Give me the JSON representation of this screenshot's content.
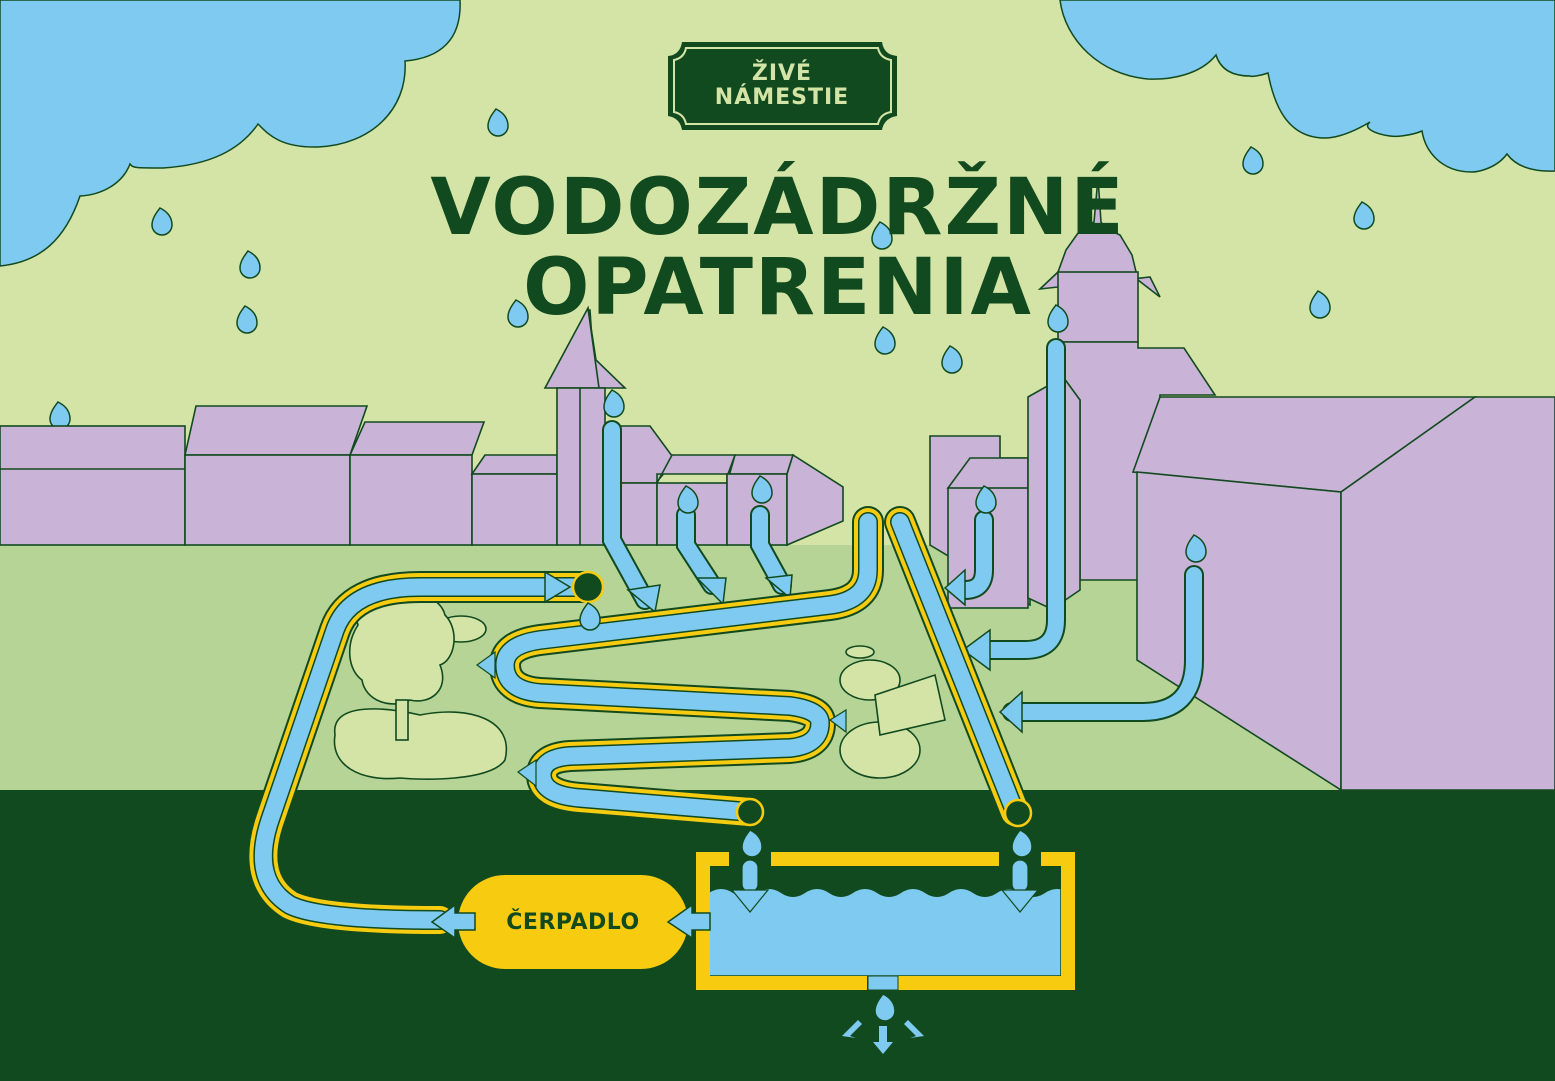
{
  "badge": {
    "line1": "ŽIVÉ",
    "line2": "NÁMESTIE"
  },
  "title": {
    "line1": "VODOZÁDRŽNÉ",
    "line2": "OPATRENIA"
  },
  "pump": {
    "label": "ČERPADLO"
  },
  "colors": {
    "sky": "#d3e4a6",
    "cloud": "#7ecaf0",
    "buildings": "#c9b3d6",
    "square": "#b7d497",
    "underground": "#124a1f",
    "pipe_outline": "#f6cb10",
    "water": "#7ecaf0",
    "ink": "#124a1f",
    "planting": "#d3e4a6"
  },
  "diagram": {
    "elements": [
      "rain-clouds",
      "raindrops",
      "town-buildings",
      "church-towers",
      "downspouts",
      "infiltration-pipe",
      "green-beds",
      "bench",
      "table",
      "tree",
      "retention-tank",
      "pump",
      "irrigation-pipe",
      "ground-infiltration"
    ]
  }
}
